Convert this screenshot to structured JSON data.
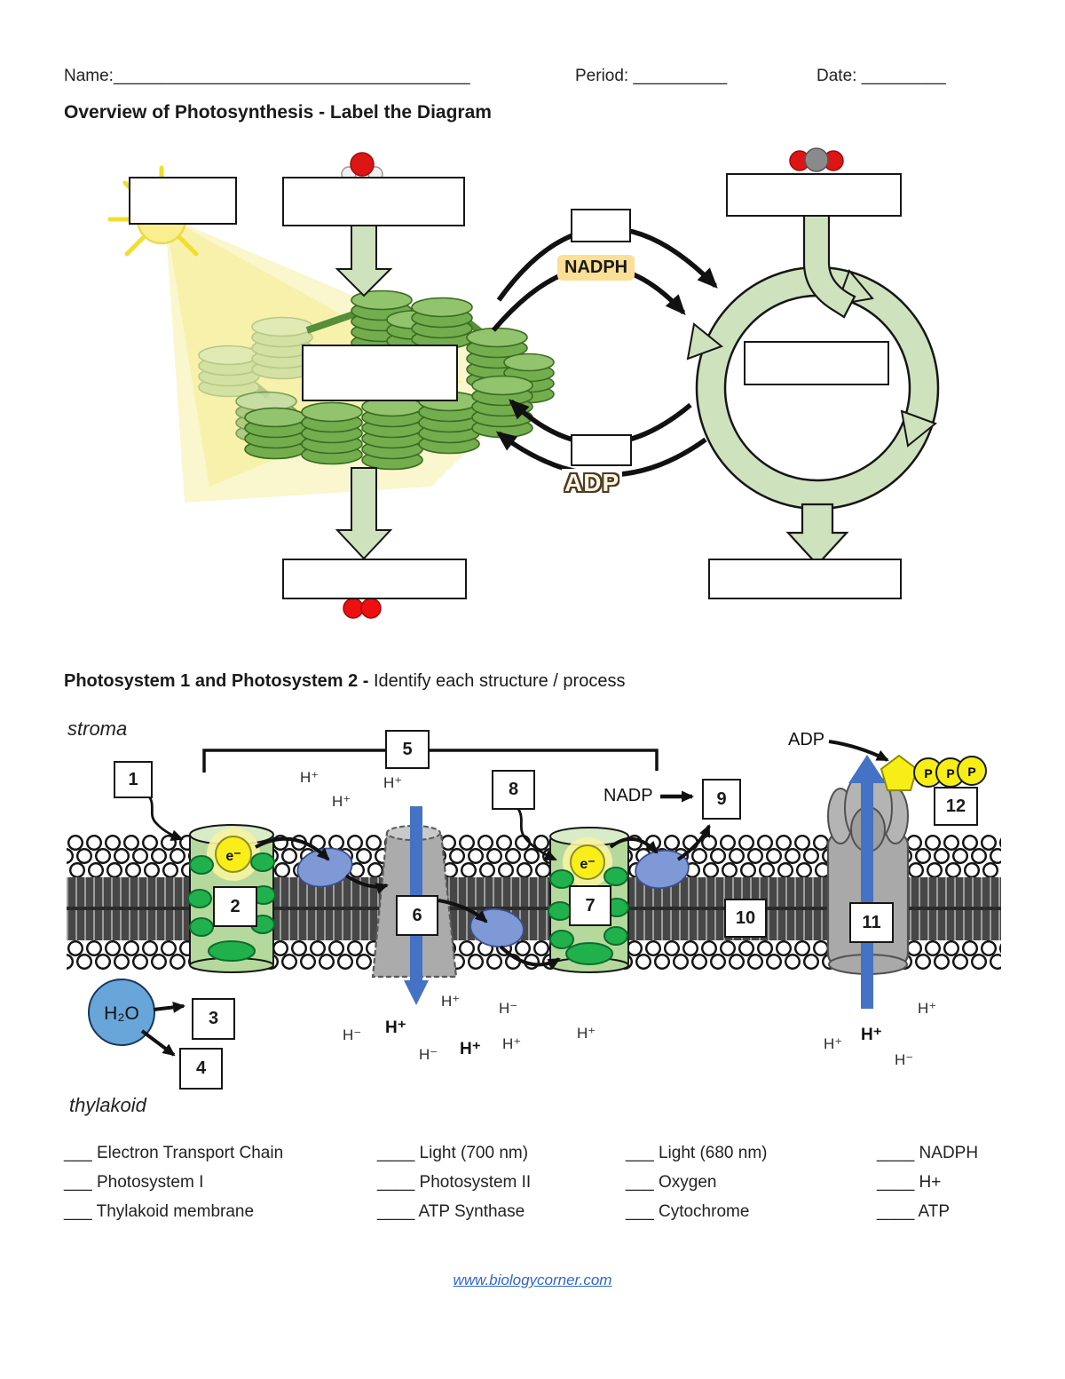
{
  "header": {
    "name_label": "Name:",
    "name_line": "______________________________________",
    "period_label": "Period:",
    "period_line": "__________",
    "date_label": "Date:",
    "date_line": "_________"
  },
  "s1": {
    "title_bold": "Overview of Photosynthesis",
    "title_rest": " - Label the Diagram",
    "nadph": "NADPH",
    "adp": "ADP"
  },
  "s2": {
    "title_bold": "Photosystem 1 and Photosystem 2 - ",
    "title_rest": "Identify each structure / process",
    "stroma": "stroma",
    "thylakoid": "thylakoid",
    "h2o": "H₂O",
    "nadp": "NADP",
    "adp": "ADP",
    "electron_ps2": "e⁻",
    "electron_ps1": "e⁻",
    "p_labels": [
      "P",
      "P",
      "P"
    ],
    "nums": [
      "1",
      "2",
      "3",
      "4",
      "5",
      "6",
      "7",
      "8",
      "9",
      "10",
      "11",
      "12"
    ],
    "ions": [
      "H⁺",
      "H⁺",
      "H⁺",
      "H⁺",
      "H⁻",
      "H⁻",
      "H⁺",
      "H⁻",
      "H⁺",
      "H⁺",
      "H⁺",
      "H⁺",
      "H⁺",
      "H⁺",
      "H⁻"
    ]
  },
  "bank": {
    "col1": [
      "___ Electron Transport Chain",
      "___ Photosystem I",
      "___ Thylakoid membrane"
    ],
    "col2": [
      "____ Light (700 nm)",
      "____ Photosystem II",
      "____ ATP Synthase"
    ],
    "col3": [
      "___ Light (680 nm)",
      "___ Oxygen",
      "___ Cytochrome"
    ],
    "col4": [
      "____ NADPH",
      "____ H+",
      "____ ATP"
    ]
  },
  "footer": {
    "url": "www.biologycorner.com"
  }
}
